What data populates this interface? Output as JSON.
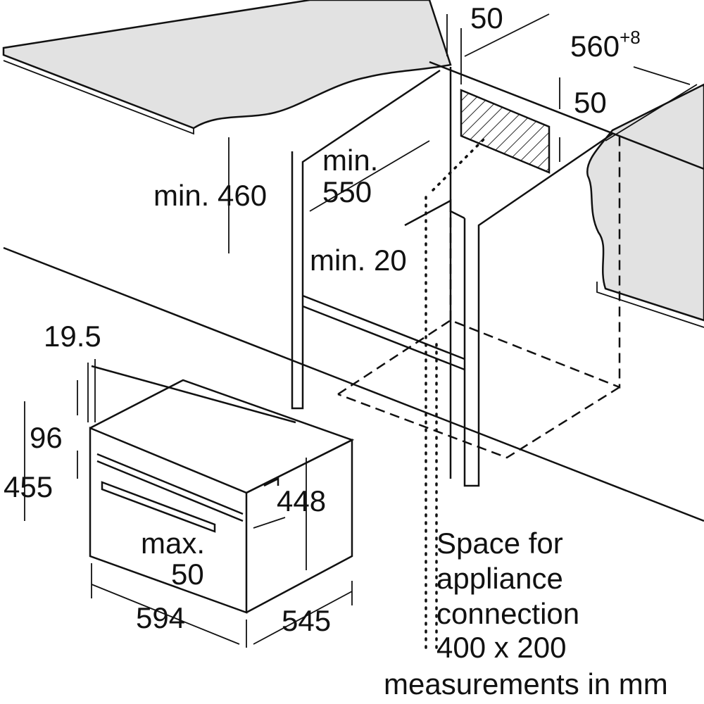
{
  "dimensions": {
    "top_gap": "50",
    "niche_width": "560",
    "niche_width_tolerance": "+8",
    "vent_height": "50",
    "min_height": "min. 460",
    "min_depth_line1": "min.",
    "min_depth_line2": "550",
    "min_gap": "min. 20",
    "front_panel_thickness": "19.5",
    "panel_offset": "96",
    "appliance_height": "455",
    "body_height": "448",
    "max_label": "max.",
    "max_value": "50",
    "appliance_width": "594",
    "appliance_depth": "545"
  },
  "connection_note": [
    "Space for",
    "appliance",
    "connection",
    "400 x 200"
  ],
  "units_note": "measurements in mm",
  "colors": {
    "line": "#111111",
    "surface": "#e2e2e2"
  }
}
